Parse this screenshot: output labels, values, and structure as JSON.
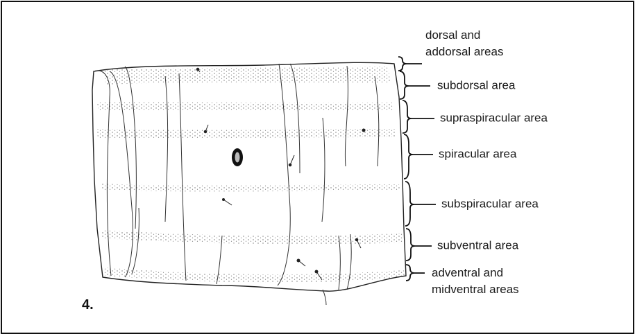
{
  "figure": {
    "number_label": "4.",
    "labels": {
      "dorsal_1": "dorsal and",
      "dorsal_2": "addorsal areas",
      "subdorsal": "subdorsal area",
      "supraspiracular": "supraspiracular area",
      "spiracular": "spiracular area",
      "subspiracular": "subspiracular area",
      "subventral": "subventral area",
      "adventral_1": "adventral and",
      "adventral_2": "midventral areas"
    }
  }
}
